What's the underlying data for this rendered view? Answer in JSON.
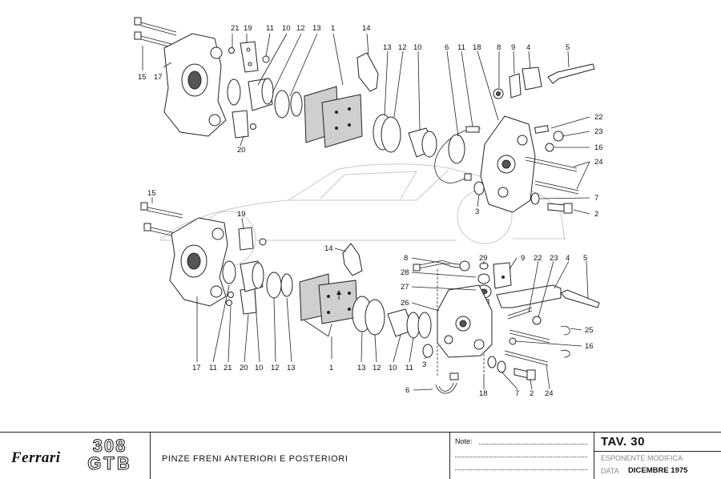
{
  "callouts": [
    "1",
    "2",
    "3",
    "4",
    "5",
    "6",
    "7",
    "8",
    "9",
    "10",
    "11",
    "12",
    "13",
    "14",
    "15",
    "16",
    "17",
    "18",
    "19",
    "20",
    "21",
    "22",
    "23",
    "24",
    "25",
    "26",
    "27",
    "28",
    "29"
  ],
  "title_block": {
    "brand": "Ferrari",
    "model_number": "308",
    "model_name": "GTB",
    "description": "PINZE FRENI ANTERIORI E POSTERIORI",
    "note_label": "Note:",
    "plate": "TAV. 30",
    "esponente": "ESPONENTE MODIFICA",
    "data_label": "DATA",
    "data_value": "DICEMBRE 1975"
  }
}
